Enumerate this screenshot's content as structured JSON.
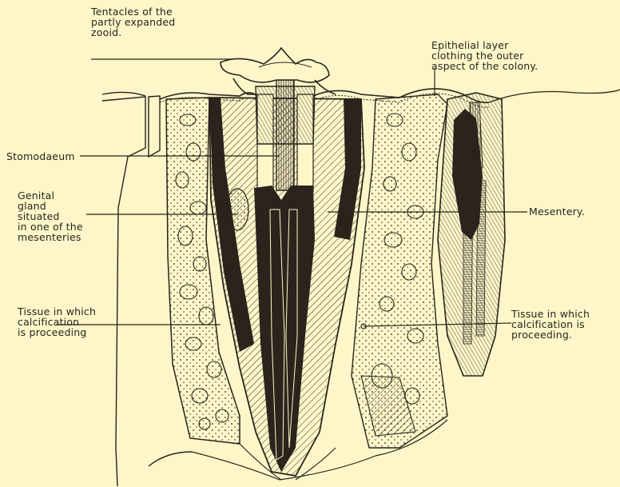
{
  "figure": {
    "labels": {
      "tentacles": "Tentacles of the\npartly expanded\nzooid.",
      "epithelial": "Epithelial layer\nclothing the outer\naspect of the colony.",
      "stomodaeum": "Stomodaeum",
      "genital": "Genital\ngland\nsituated\nin one of the\nmesenteries",
      "mesentery": "Mesentery.",
      "tissue_left": "Tissue in which\ncalcification\nis proceeding",
      "tissue_right": "Tissue in which\ncalcification is\nproceeding."
    },
    "colors": {
      "paper": "#fdf6c9",
      "ink": "#2a241c"
    }
  }
}
